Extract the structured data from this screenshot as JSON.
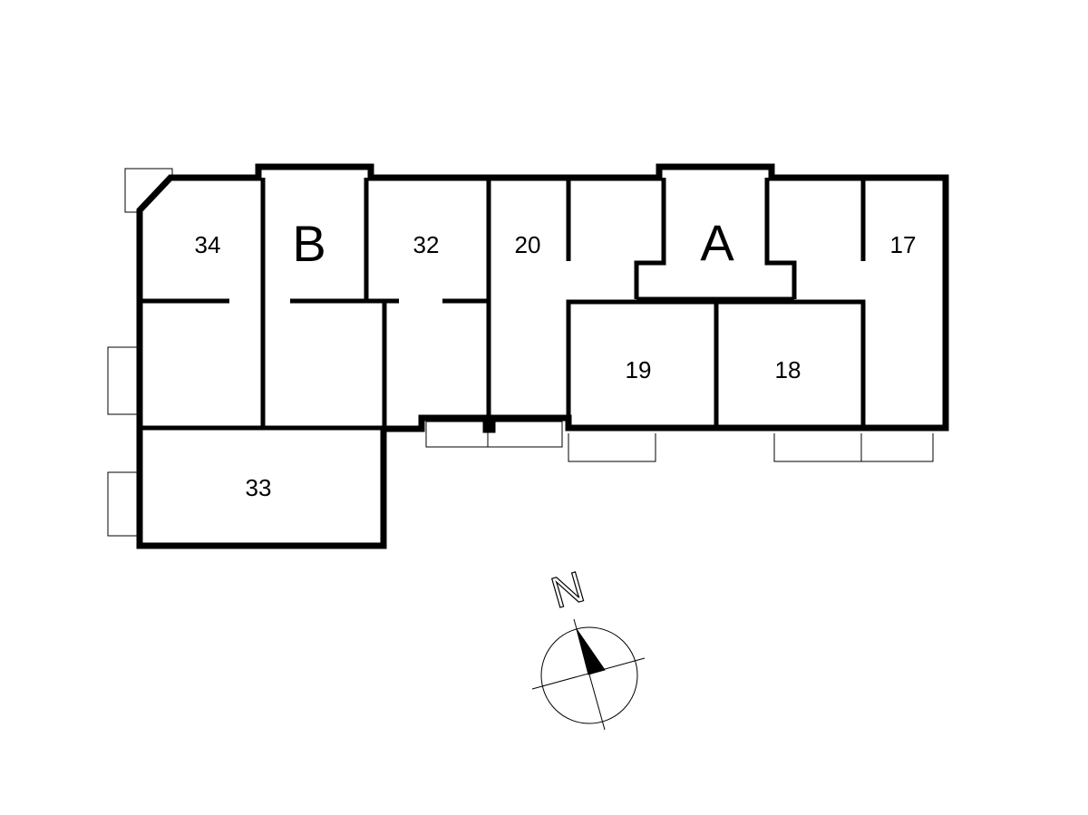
{
  "floor_plan": {
    "units": {
      "u34": "34",
      "ub": "B",
      "u32": "32",
      "u20": "20",
      "ua": "A",
      "u17": "17",
      "u19": "19",
      "u18": "18",
      "u33": "33"
    },
    "compass": {
      "north_label": "N"
    }
  }
}
